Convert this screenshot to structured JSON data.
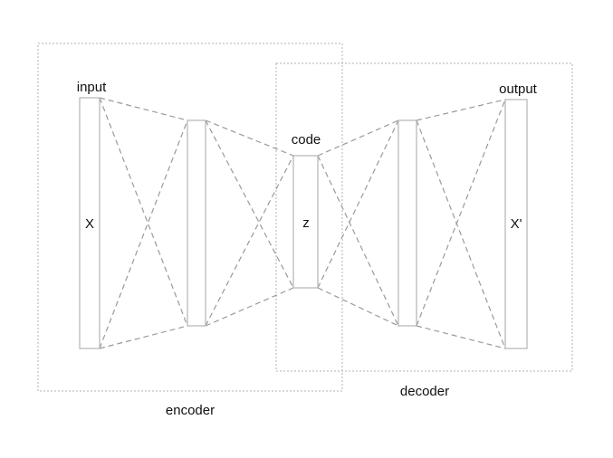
{
  "diagram": {
    "labels": {
      "input": "input",
      "code": "code",
      "output": "output",
      "encoder": "encoder",
      "decoder": "decoder",
      "input_var": "X",
      "code_var": "z",
      "output_var": "X'"
    },
    "colors": {
      "background": "#ffffff",
      "connection": "#9a9a9a",
      "layer_border": "#b3b3b3",
      "group_box_border": "#b0b0b0",
      "text": "#111111"
    }
  }
}
